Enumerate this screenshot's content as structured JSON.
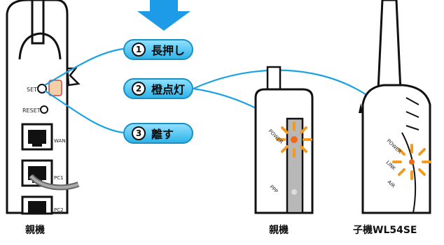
{
  "steps": [
    {
      "num": "1",
      "label": "長押し"
    },
    {
      "num": "2",
      "label": "橙点灯"
    },
    {
      "num": "3",
      "label": "離す"
    }
  ],
  "router_labels": {
    "set": "SET",
    "reset": "RESET",
    "wan": "WAN",
    "pc1": "PC1",
    "pc2": "PC2"
  },
  "parent_labels": {
    "power": "POWER",
    "ppp": "PPP"
  },
  "child_labels": {
    "power": "POWER",
    "link": "LINK",
    "air": "AIR"
  },
  "captions": {
    "left": "親機",
    "middle": "親機",
    "right": "子機WL54SE"
  },
  "colors": {
    "arrow": "#1e9be6",
    "pill": "#2fb4e8",
    "line": "#1aa3e0",
    "led": "#f39a1f"
  }
}
